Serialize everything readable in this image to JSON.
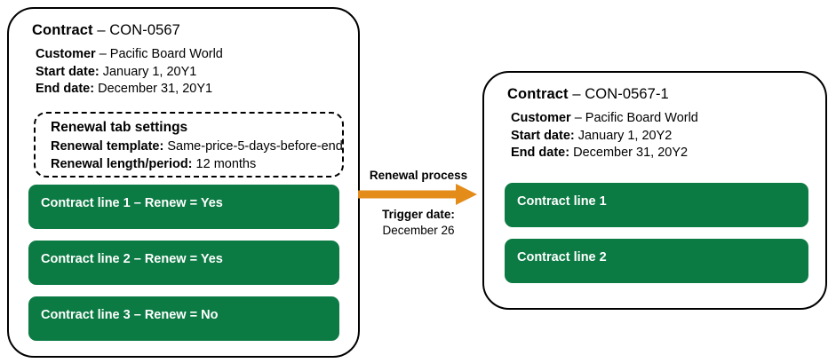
{
  "diagram": {
    "colors": {
      "contract_line_green": "#0b7a43",
      "arrow_orange": "#E38C1A",
      "outline_black": "#000000",
      "text_white": "#ffffff"
    },
    "source_contract": {
      "title_label": "Contract",
      "title_value": " – CON-0567",
      "details": [
        {
          "label": "Customer",
          "value": " – Pacific Board World"
        },
        {
          "label": "Start date:",
          "value": " January 1, 20Y1"
        },
        {
          "label": "End date:",
          "value": " December 31, 20Y1"
        }
      ],
      "renewal_settings": {
        "heading": "Renewal tab settings",
        "fields": [
          {
            "label": "Renewal template:",
            "value": "  Same-price-5-days-before-end"
          },
          {
            "label": "Renewal length/period:",
            "value": " 12 months"
          }
        ]
      },
      "contract_lines": [
        "Contract line 1 – Renew = Yes",
        "Contract line 2 – Renew = Yes",
        "Contract line 3 – Renew = No"
      ]
    },
    "process_arrow": {
      "top_label": "Renewal process",
      "bottom_label": "Trigger date:",
      "bottom_value": "December 26"
    },
    "renewed_contract": {
      "title_label": "Contract",
      "title_value": " – CON-0567-1",
      "details": [
        {
          "label": "Customer",
          "value": " – Pacific Board World"
        },
        {
          "label": "Start date:",
          "value": " January 1, 20Y2"
        },
        {
          "label": "End date:",
          "value": " December 31, 20Y2"
        }
      ],
      "contract_lines": [
        "Contract line 1",
        "Contract line 2"
      ]
    }
  }
}
